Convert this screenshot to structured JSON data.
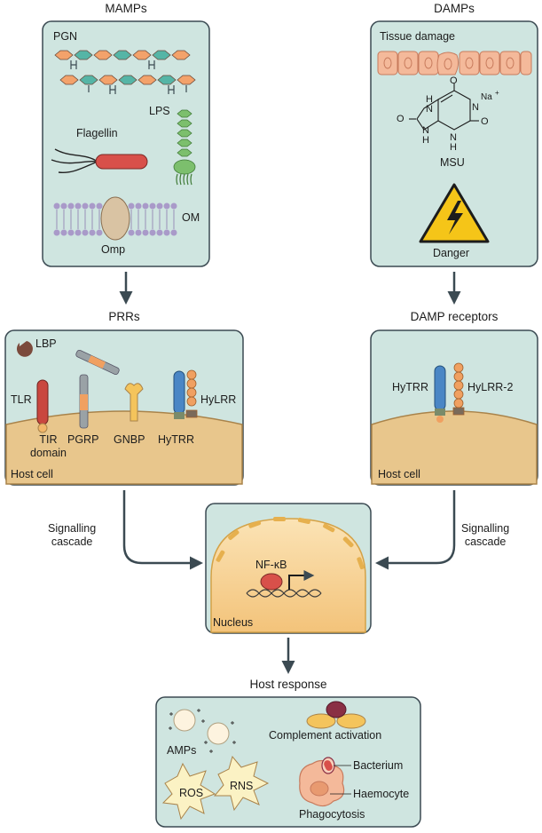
{
  "headers": {
    "mamps": "MAMPs",
    "damps": "DAMPs",
    "prrs": "PRRs",
    "damp_receptors": "DAMP receptors",
    "host_response": "Host response"
  },
  "mamps_box": {
    "pgn": "PGN",
    "lps": "LPS",
    "flagellin": "Flagellin",
    "om": "OM",
    "omp": "Omp"
  },
  "damps_box": {
    "tissue_damage": "Tissue damage",
    "msu": "MSU",
    "danger": "Danger",
    "msu_atoms": {
      "o": "O",
      "h": "H",
      "n": "N",
      "na": "Na",
      "plus": "+"
    }
  },
  "prrs_box": {
    "lbp": "LBP",
    "tlr": "TLR",
    "tir_domain": "TIR\ndomain",
    "pgrp": "PGRP",
    "gnbp": "GNBP",
    "hytrr": "HyTRR",
    "hylrr": "HyLRR",
    "host_cell": "Host cell"
  },
  "damp_receptor_box": {
    "hytrr": "HyTRR",
    "hylrr2": "HyLRR-2",
    "host_cell": "Host cell"
  },
  "signalling_left": "Signalling\ncascade",
  "signalling_right": "Signalling\ncascade",
  "nucleus_box": {
    "nfkb": "NF-κB",
    "nucleus": "Nucleus"
  },
  "response_box": {
    "amps": "AMPs",
    "complement": "Complement activation",
    "ros": "ROS",
    "rns": "RNS",
    "bacterium": "Bacterium",
    "haemocyte": "Haemocyte",
    "phagocytosis": "Phagocytosis"
  },
  "colors": {
    "panel_fill": "#cfe5e0",
    "panel_stroke": "#3b4a52",
    "arrow": "#3b4a52",
    "membrane": "#e8c68c",
    "pgn_orange": "#f3a26b",
    "pgn_teal": "#55b5a6",
    "lps_green": "#7cbf6d",
    "flagellin_red": "#d8504a",
    "danger_yellow": "#f5c518",
    "tlr_red": "#c9473f",
    "hytrr_blue": "#4a86c5",
    "hylrr_orange": "#f0a061"
  }
}
